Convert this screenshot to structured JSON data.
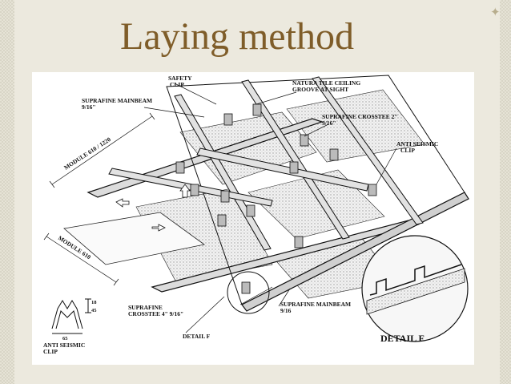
{
  "slide": {
    "title": "Laying method"
  },
  "diagram": {
    "labels": {
      "safety_clip_1": "SAFETY",
      "safety_clip_2": "CLIP",
      "suprafine_mainbeam_top_1": "SUPRAFINE MAINBEAM",
      "suprafine_mainbeam_top_2": "9/16\"",
      "natura_tile_1": "NATURA TILE CEILING",
      "natura_tile_2": "GROOVE AT SIGHT",
      "crosstee_2_1": "SUPRAFINE CROSSTEE 2\"",
      "crosstee_2_2": "9/16\"",
      "anti_seismic_right_1": "ANTI SEISMIC",
      "anti_seismic_right_2": "CLIP",
      "module_610_1220": "MODULE 610 / 1220",
      "module_610": "MODULE 610",
      "dim_18": "18",
      "dim_45": "45",
      "dim_65": "65",
      "anti_seismic_left_1": "ANTI SEISMIC",
      "anti_seismic_left_2": "CLIP",
      "crosstee_4_1": "SUPRAFINE",
      "crosstee_4_2": "CROSSTEE 4\"  9/16\"",
      "detail_f_small": "DETAIL  F",
      "mainbeam_bottom_1": "SUPRAFINE MAINBEAM",
      "mainbeam_bottom_2": "9/16",
      "detail_f_large": "DETAIL  F"
    }
  },
  "colors": {
    "title": "#7f5d29",
    "background": "#ece9de"
  }
}
